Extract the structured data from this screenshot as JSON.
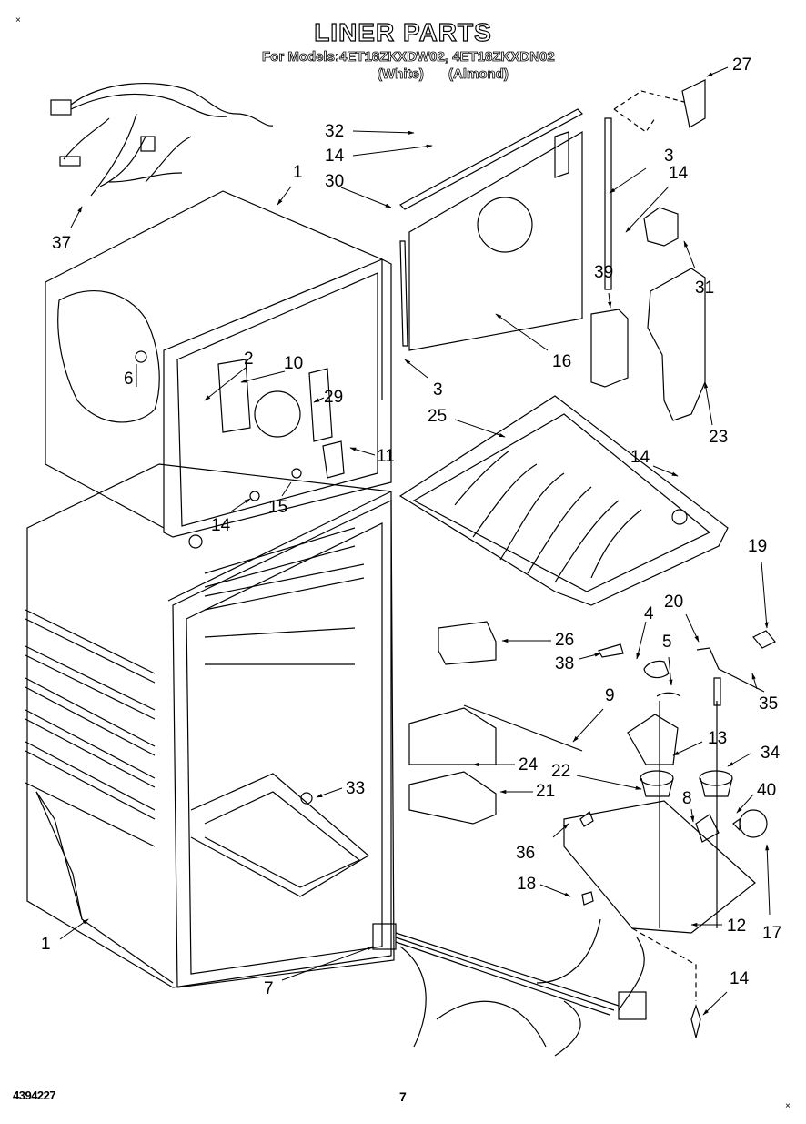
{
  "page": {
    "title": "LINER PARTS",
    "models_line": "For Models:4ET18ZKXDW02, 4ET18ZKXDN02",
    "color_white": "(White)",
    "color_almond": "(Almond)",
    "corner_mark_top": "×",
    "corner_mark_bottom": "×",
    "document_number": "4394227",
    "page_number": "7"
  },
  "callouts": [
    {
      "id": "c27",
      "label": "27"
    },
    {
      "id": "c32",
      "label": "32"
    },
    {
      "id": "c14a",
      "label": "14"
    },
    {
      "id": "c30",
      "label": "30"
    },
    {
      "id": "c3a",
      "label": "3"
    },
    {
      "id": "c14b",
      "label": "14"
    },
    {
      "id": "c1a",
      "label": "1"
    },
    {
      "id": "c37",
      "label": "37"
    },
    {
      "id": "c31",
      "label": "31"
    },
    {
      "id": "c39",
      "label": "39"
    },
    {
      "id": "c2",
      "label": "2"
    },
    {
      "id": "c10",
      "label": "10"
    },
    {
      "id": "c6",
      "label": "6"
    },
    {
      "id": "c16",
      "label": "16"
    },
    {
      "id": "c29",
      "label": "29"
    },
    {
      "id": "c3b",
      "label": "3"
    },
    {
      "id": "c25",
      "label": "25"
    },
    {
      "id": "c23",
      "label": "23"
    },
    {
      "id": "c11",
      "label": "11"
    },
    {
      "id": "c14c",
      "label": "14"
    },
    {
      "id": "c15",
      "label": "15"
    },
    {
      "id": "c14d",
      "label": "14"
    },
    {
      "id": "c19",
      "label": "19"
    },
    {
      "id": "c20",
      "label": "20"
    },
    {
      "id": "c4",
      "label": "4"
    },
    {
      "id": "c26",
      "label": "26"
    },
    {
      "id": "c5",
      "label": "5"
    },
    {
      "id": "c38",
      "label": "38"
    },
    {
      "id": "c35",
      "label": "35"
    },
    {
      "id": "c9",
      "label": "9"
    },
    {
      "id": "c13",
      "label": "13"
    },
    {
      "id": "c34",
      "label": "34"
    },
    {
      "id": "c24",
      "label": "24"
    },
    {
      "id": "c22",
      "label": "22"
    },
    {
      "id": "c33",
      "label": "33"
    },
    {
      "id": "c21",
      "label": "21"
    },
    {
      "id": "c40",
      "label": "40"
    },
    {
      "id": "c8",
      "label": "8"
    },
    {
      "id": "c36",
      "label": "36"
    },
    {
      "id": "c17",
      "label": "17"
    },
    {
      "id": "c18",
      "label": "18"
    },
    {
      "id": "c12",
      "label": "12"
    },
    {
      "id": "c1b",
      "label": "1"
    },
    {
      "id": "c7",
      "label": "7"
    },
    {
      "id": "c14e",
      "label": "14"
    }
  ]
}
